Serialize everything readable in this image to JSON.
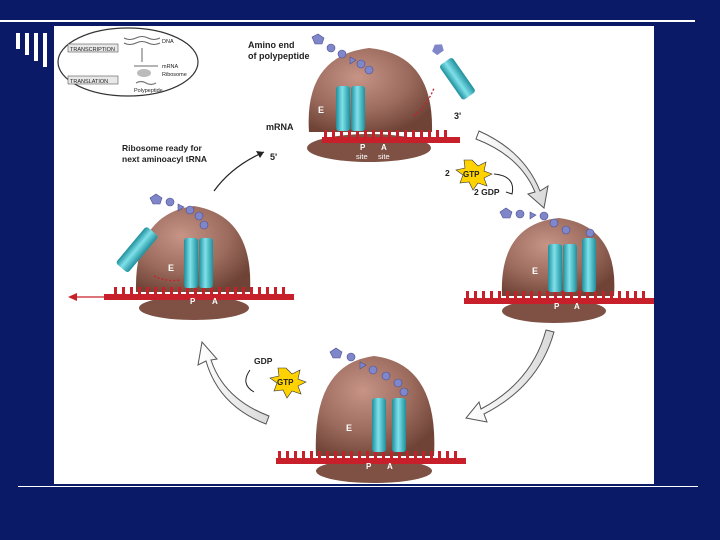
{
  "inset": {
    "transcription": "TRANSCRIPTION",
    "translation": "TRANSLATION",
    "dna": "DNA",
    "mrna": "mRNA",
    "ribosome": "Ribosome",
    "polypeptide": "Polypeptide"
  },
  "labels": {
    "amino_end_1": "Amino end",
    "amino_end_2": "of polypeptide",
    "mrna": "mRNA",
    "three_prime": "3'",
    "five_prime": "5'",
    "ready_1": "Ribosome ready for",
    "ready_2": "next aminoacyl tRNA",
    "gtp": "GTP",
    "gdp": "GDP",
    "two": "2",
    "two_gdp": "2 GDP",
    "e_site": "E",
    "p_site": "P",
    "a_site": "A",
    "site_p": "site",
    "site_a": "site"
  },
  "colors": {
    "background": "#0b1a66",
    "ribosome": "#9a6a5c",
    "trna": "#3fb8c4",
    "mrna": "#c8202a",
    "gtp_star": "#ffd200",
    "amino_acid": "#7f86c9"
  }
}
